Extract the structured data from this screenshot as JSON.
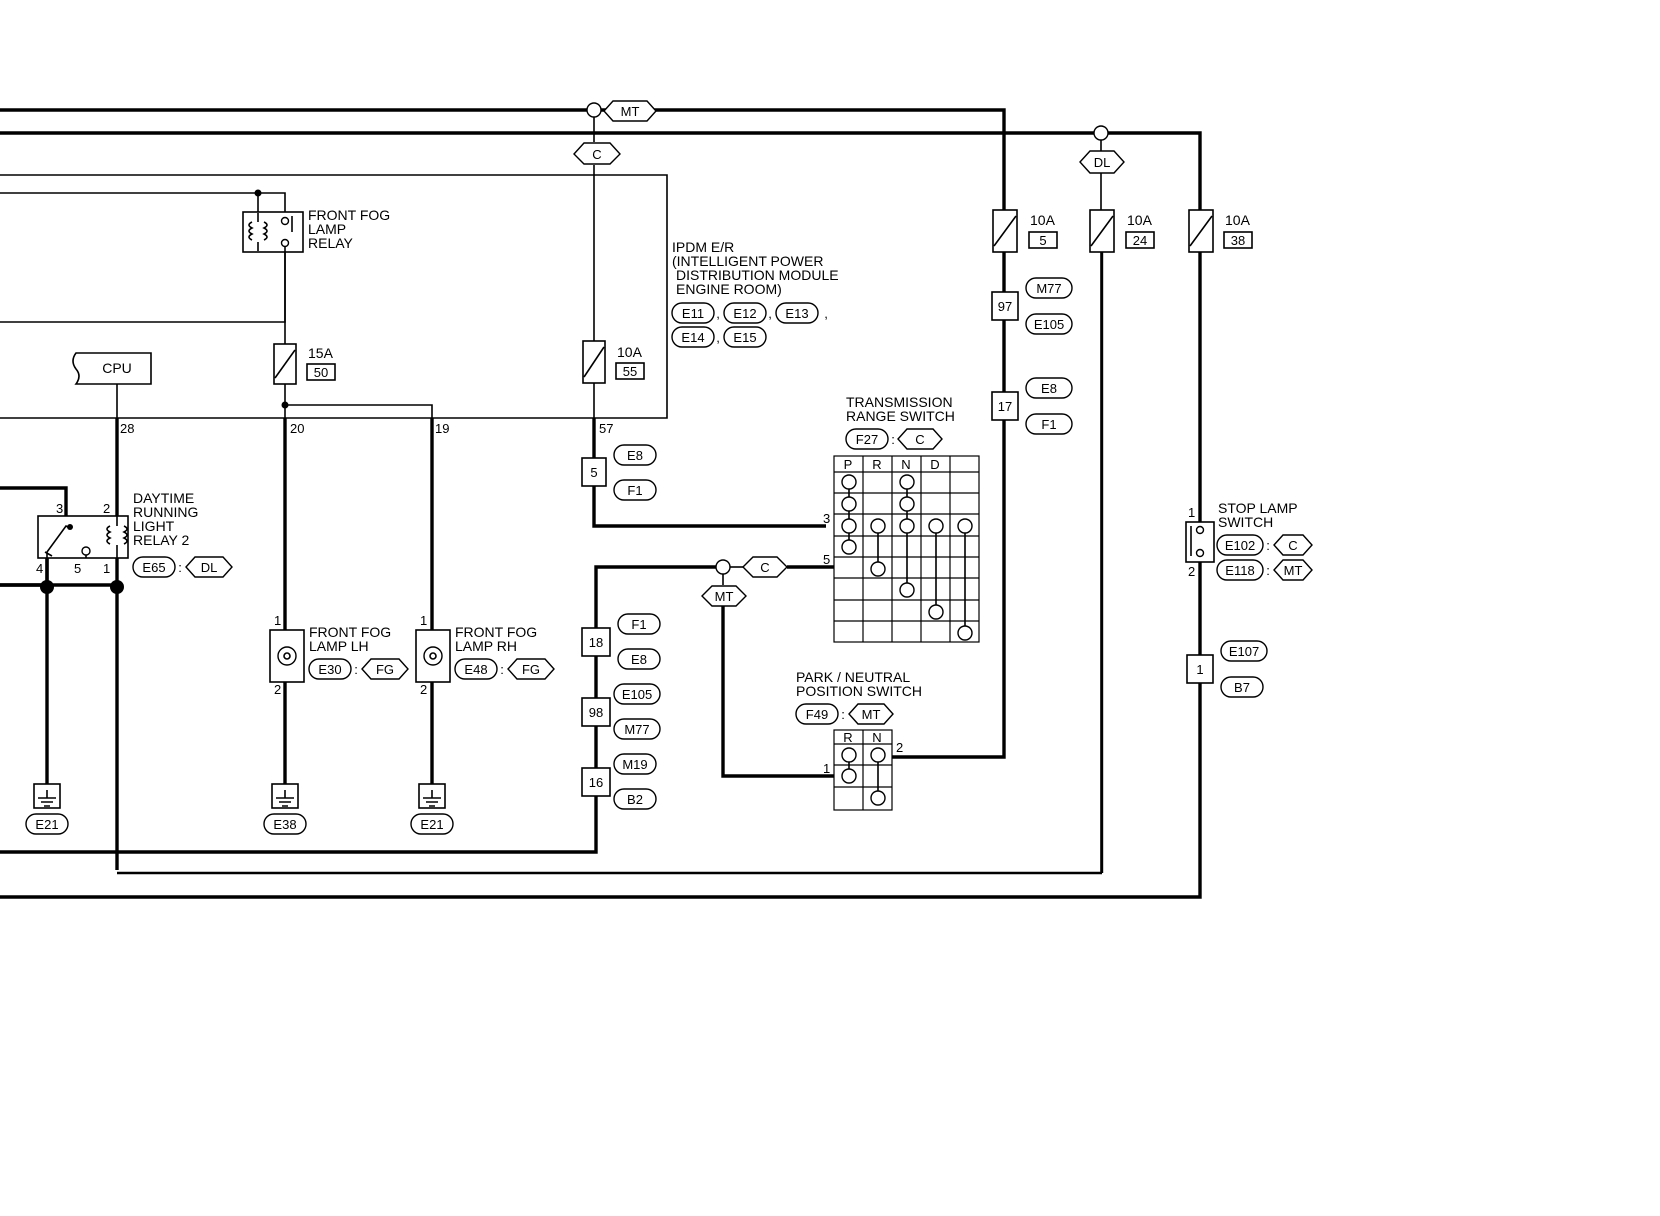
{
  "connectors": {
    "mt": "MT",
    "c": "C",
    "dl": "DL",
    "fg": "FG",
    "cpu": "CPU"
  },
  "fuses": {
    "f50": {
      "amps": "15A",
      "num": "50"
    },
    "f55": {
      "amps": "10A",
      "num": "55"
    },
    "f5": {
      "amps": "10A",
      "num": "5"
    },
    "f24": {
      "amps": "10A",
      "num": "24"
    },
    "f38": {
      "amps": "10A",
      "num": "38"
    }
  },
  "ipdm": {
    "l1": "IPDM E/R",
    "l2": "(INTELLIGENT POWER",
    "l3": "DISTRIBUTION MODULE",
    "l4": "ENGINE ROOM)",
    "conns": [
      "E11",
      "E12",
      "E13",
      "E14",
      "E15"
    ],
    "pins": {
      "p28": "28",
      "p20": "20",
      "p19": "19",
      "p57": "57"
    }
  },
  "fog_relay": {
    "l1": "FRONT FOG",
    "l2": "LAMP",
    "l3": "RELAY"
  },
  "drl_relay": {
    "l1": "DAYTIME",
    "l2": "RUNNING",
    "l3": "LIGHT",
    "l4": "RELAY 2",
    "conn": "E65",
    "opt": "DL",
    "pins": {
      "p3": "3",
      "p2": "2",
      "p4": "4",
      "p5": "5",
      "p1": "1"
    }
  },
  "fog_lh": {
    "l1": "FRONT FOG",
    "l2": "LAMP LH",
    "conn": "E30",
    "opt": "FG",
    "p1": "1",
    "p2": "2"
  },
  "fog_rh": {
    "l1": "FRONT FOG",
    "l2": "LAMP RH",
    "conn": "E48",
    "opt": "FG",
    "p1": "1",
    "p2": "2"
  },
  "grounds": {
    "g1": "E21",
    "g2": "E38",
    "g3": "E21"
  },
  "joints": {
    "j5": {
      "pin": "5",
      "a": "E8",
      "b": "F1"
    },
    "j18": {
      "pin": "18",
      "a": "F1",
      "b": "E8"
    },
    "j98": {
      "pin": "98",
      "a": "E105",
      "b": "M77"
    },
    "j16": {
      "pin": "16",
      "a": "M19",
      "b": "B2"
    },
    "j97": {
      "pin": "97",
      "a": "M77",
      "b": "E105"
    },
    "j17": {
      "pin": "17",
      "a": "E8",
      "b": "F1"
    },
    "j1": {
      "pin": "1",
      "a": "E107",
      "b": "B7"
    }
  },
  "trs": {
    "l1": "TRANSMISSION",
    "l2": "RANGE SWITCH",
    "conn": "F27",
    "opt": "C",
    "cols": [
      "P",
      "R",
      "N",
      "D"
    ],
    "pin3": "3",
    "pin5": "5"
  },
  "pnp": {
    "l1": "PARK / NEUTRAL",
    "l2": "POSITION SWITCH",
    "conn": "F49",
    "opt": "MT",
    "cols": [
      "R",
      "N"
    ],
    "pin1": "1",
    "pin2": "2"
  },
  "stop": {
    "l1": "STOP LAMP",
    "l2": "SWITCH",
    "conn1": "E102",
    "opt1": "C",
    "conn2": "E118",
    "opt2": "MT",
    "p1": "1",
    "p2": "2"
  },
  "sep_colon": ":",
  "sep_comma": ","
}
